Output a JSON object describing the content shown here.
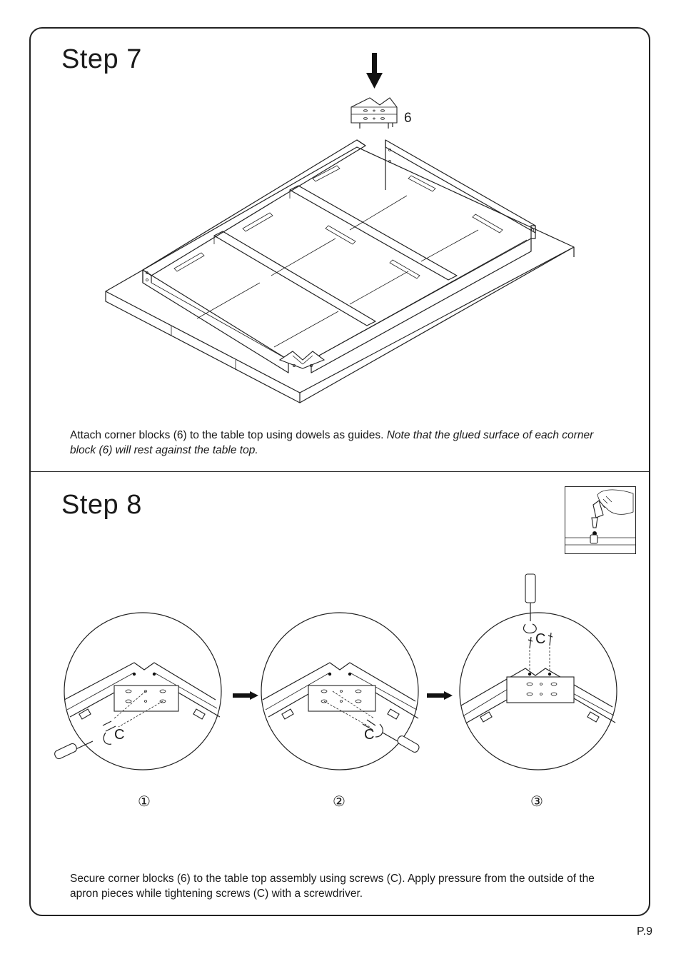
{
  "step7": {
    "title": "Step  7",
    "part_label": "6",
    "caption_plain": "Attach corner blocks (6) to the table top using dowels as guides. ",
    "caption_italic": "Note that the glued surface of each corner block (6) will rest against the table top."
  },
  "step8": {
    "title": "Step  8",
    "screw_label_1": "C",
    "screw_label_2": "C",
    "screw_label_3": "C",
    "sub_steps": [
      "①",
      "②",
      "③"
    ],
    "caption": "Secure corner blocks (6) to the table top assembly using screws (C). Apply pressure from the outside of the apron pieces while tightening screws (C) with a screwdriver."
  },
  "page_number": "P.9",
  "icons": {
    "arrow": "down-arrow-icon",
    "glue": "glue-bottle-icon",
    "screwdriver": "screwdriver-icon"
  },
  "colors": {
    "ink": "#1a1a1a",
    "background": "#ffffff"
  }
}
